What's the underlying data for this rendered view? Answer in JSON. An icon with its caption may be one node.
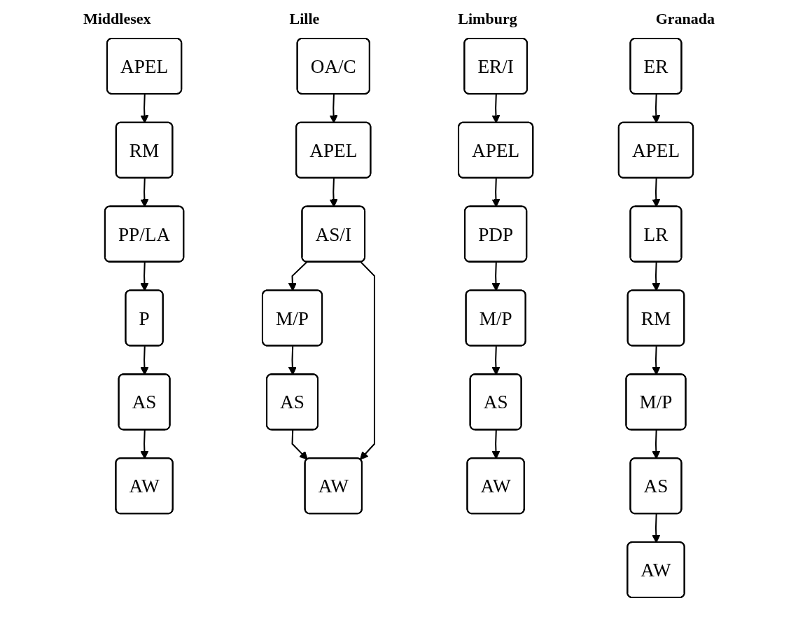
{
  "diagram": {
    "nodes": [
      {
        "text": [
          "APEL"
        ]
      },
      {
        "text": [
          "RM"
        ]
      },
      {
        "text": [
          "PP/LA"
        ]
      },
      {
        "text": [
          "P"
        ]
      },
      {
        "text": [
          "AS"
        ]
      },
      {
        "text": [
          "AW"
        ]
      },
      {
        "text": [
          "OA/C"
        ]
      },
      {
        "text": [
          "APEL"
        ]
      },
      {
        "text": [
          "AS/I"
        ]
      },
      {
        "text": [
          "M/P"
        ]
      },
      {
        "text": [
          "AS"
        ]
      },
      {
        "text": [
          "AW"
        ]
      },
      {
        "text": [
          "ER/I"
        ]
      },
      {
        "text": [
          "APEL"
        ]
      },
      {
        "text": [
          "PDP"
        ]
      },
      {
        "text": [
          "M/P"
        ]
      },
      {
        "text": [
          "AS"
        ]
      },
      {
        "text": [
          "AW"
        ]
      },
      {
        "text": [
          "ER"
        ]
      },
      {
        "text": [
          "APEL"
        ]
      },
      {
        "text": [
          "LR"
        ]
      },
      {
        "text": [
          "RM"
        ]
      },
      {
        "text": [
          "M/P"
        ]
      },
      {
        "text": [
          "AS"
        ]
      },
      {
        "text": [
          "AW"
        ]
      }
    ],
    "edges": [
      {
        "from": 0,
        "to": 1,
        "arrow": "to"
      },
      {
        "from": 1,
        "to": 2,
        "arrow": "to"
      },
      {
        "from": 2,
        "to": 3,
        "arrow": "to"
      },
      {
        "from": 3,
        "to": 4,
        "arrow": "to"
      },
      {
        "from": 4,
        "to": 5,
        "arrow": "to"
      },
      {
        "from": 6,
        "to": 7,
        "arrow": "to"
      },
      {
        "from": 7,
        "to": 8,
        "arrow": "to"
      },
      {
        "from": 8,
        "to": 9,
        "arrow": "to"
      },
      {
        "from": 9,
        "to": 10,
        "arrow": "to"
      },
      {
        "from": 10,
        "to": 11,
        "arrow": "to"
      },
      {
        "from": 8,
        "to": 11,
        "arrow": "to"
      },
      {
        "from": 12,
        "to": 13,
        "arrow": "to"
      },
      {
        "from": 13,
        "to": 14,
        "arrow": "to"
      },
      {
        "from": 14,
        "to": 15,
        "arrow": "to"
      },
      {
        "from": 15,
        "to": 16,
        "arrow": "to"
      },
      {
        "from": 16,
        "to": 17,
        "arrow": "to"
      },
      {
        "from": 18,
        "to": 19,
        "arrow": "to"
      },
      {
        "from": 19,
        "to": 20,
        "arrow": "to"
      },
      {
        "from": 20,
        "to": 21,
        "arrow": "to"
      },
      {
        "from": 21,
        "to": 22,
        "arrow": "to"
      },
      {
        "from": 22,
        "to": 23,
        "arrow": "to"
      },
      {
        "from": 23,
        "to": 24,
        "arrow": "to"
      }
    ],
    "labels": [
      "Middlesex",
      "Lille",
      "Limburg",
      "Granada"
    ]
  }
}
